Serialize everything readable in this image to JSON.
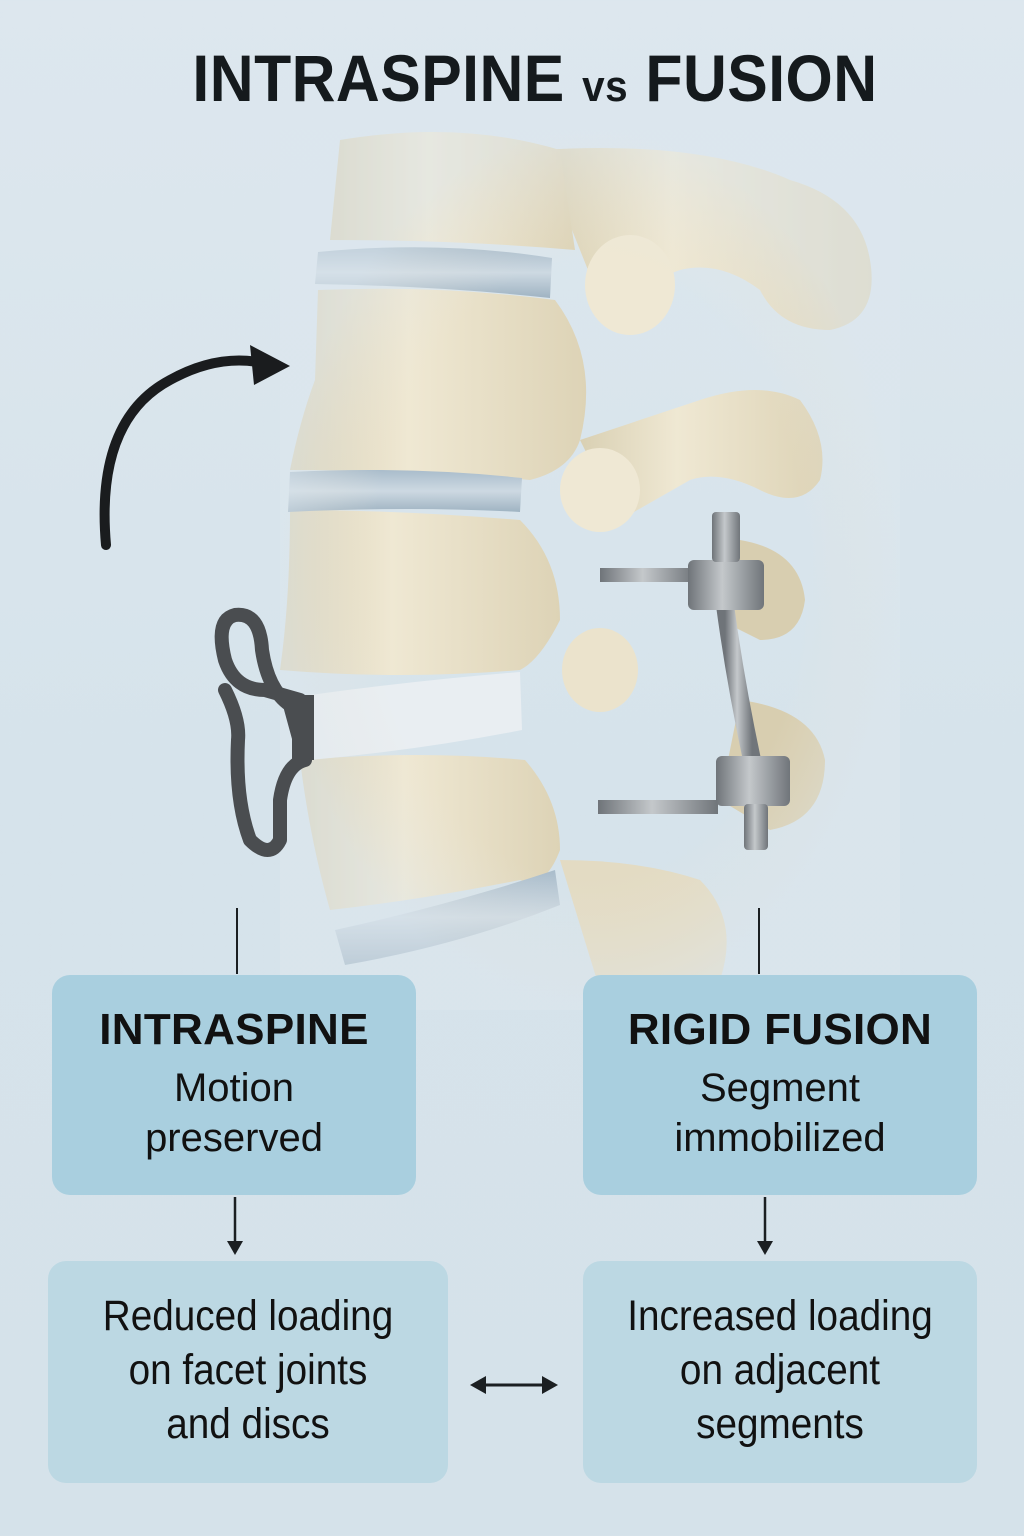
{
  "title": {
    "main_left": "INTRASPINE",
    "vs": "vs",
    "main_right": "FUSION"
  },
  "illustration": {
    "subject": "lumbar-spine-lateral-view",
    "left_implant": "intraspine-dynamic-device",
    "right_implant": "pedicle-screw-rod-fusion",
    "motion_arrow": "curved-arrow-right",
    "colors": {
      "bone": "#e8e0c8",
      "disc": "#b9cad6",
      "implant_dark": "#4a4d50",
      "implant_metal": "#9aa0a5",
      "arrow": "#1a1c1e"
    }
  },
  "left": {
    "box_title": "INTRASPINE",
    "box_subtitle_lines": [
      "Motion",
      "preserved"
    ],
    "result_lines": [
      "Reduced loading",
      "on facet joints",
      "and discs"
    ]
  },
  "right": {
    "box_title": "RIGID FUSION",
    "box_subtitle_lines": [
      "Segment",
      "immobilized"
    ],
    "result_lines": [
      "Increased loading",
      "on adjacent",
      "segments"
    ]
  },
  "comparison_arrow": "double-headed-arrow",
  "colors": {
    "background": "#d8e4ec",
    "box_top": "#a9cfdf",
    "box_bottom": "#bcd8e3",
    "text": "#111111"
  }
}
